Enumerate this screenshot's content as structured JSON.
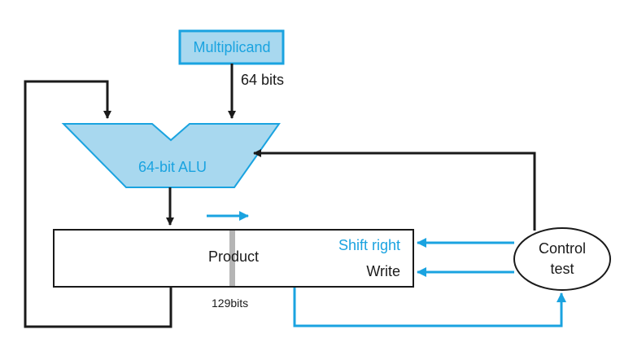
{
  "diagram": {
    "multiplicand_label": "Multiplicand",
    "bus_width_label": "64 bits",
    "alu_label": "64-bit ALU",
    "product_label": "Product",
    "product_width_label": "129bits",
    "shift_right_label": "Shift right",
    "write_label": "Write",
    "control_label_line1": "Control",
    "control_label_line2": "test"
  },
  "colors": {
    "accent_blue": "#1aa3e0",
    "box_fill_blue": "#a8d8ef",
    "wire_black": "#1a1a1a",
    "product_divider_gray": "#b5b5b5"
  }
}
